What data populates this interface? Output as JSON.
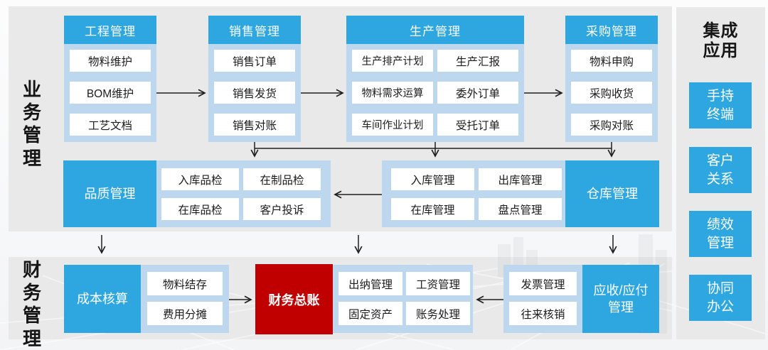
{
  "sections": {
    "business_label": "业\n务\n管\n理",
    "finance_label": "财\n务\n管\n理"
  },
  "business": {
    "groups": [
      {
        "title": "工程管理",
        "items": [
          "物料维护",
          "BOM维护",
          "工艺文档"
        ]
      },
      {
        "title": "销售管理",
        "items": [
          "销售订单",
          "销售发货",
          "销售对账"
        ]
      },
      {
        "title": "生产管理",
        "items": [
          "生产排产计划",
          "生产汇报",
          "物料需求运算",
          "委外订单",
          "车间作业计划",
          "受托订单"
        ]
      },
      {
        "title": "采购管理",
        "items": [
          "物料申购",
          "采购收货",
          "采购对账"
        ]
      }
    ],
    "quality": {
      "title": "品质管理",
      "items": [
        "入库品检",
        "在制品检",
        "在库品检",
        "客户投诉"
      ]
    },
    "warehouse": {
      "title": "仓库管理",
      "items": [
        "入库管理",
        "出库管理",
        "在库管理",
        "盘点管理"
      ]
    }
  },
  "finance": {
    "cost": {
      "title": "成本核算",
      "items": [
        "物料结存",
        "费用分摊"
      ]
    },
    "ledger": {
      "title": "财务总账",
      "items": [
        "出纳管理",
        "工资管理",
        "固定资产",
        "账务处理"
      ]
    },
    "arap": {
      "title": "应收/应付\n管理",
      "items": [
        "发票管理",
        "往来核销"
      ]
    }
  },
  "integration": {
    "title": "集成\n应用",
    "apps": [
      "手持\n终端",
      "客户\n关系",
      "绩效\n管理",
      "协同\n办公"
    ]
  },
  "colors": {
    "accent_blue": "#2ea7e0",
    "container_blue": "#bdd7ee",
    "ledger_red": "#c00000",
    "panel_gray": "#e9e9e9",
    "arrow": "#1f1f1f"
  }
}
